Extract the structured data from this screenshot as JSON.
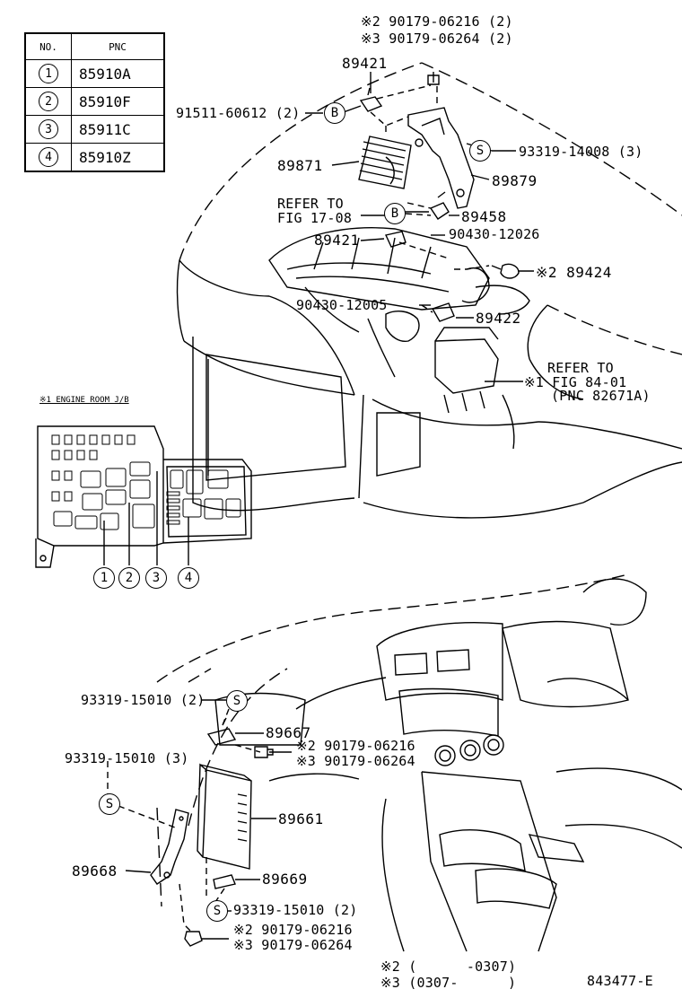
{
  "table": {
    "header_no": "NO.",
    "header_pnc": "PNC",
    "rows": [
      {
        "no": "1",
        "pnc": "85910A"
      },
      {
        "no": "2",
        "pnc": "85910F"
      },
      {
        "no": "3",
        "pnc": "85911C"
      },
      {
        "no": "4",
        "pnc": "85910Z"
      }
    ]
  },
  "jb": {
    "title": "※1 ENGINE ROOM J/B",
    "callouts": [
      "1",
      "2",
      "3",
      "4"
    ]
  },
  "labels": {
    "top_note_2": "※2 90179-06216 (2)",
    "top_note_3": "※3 90179-06264 (2)",
    "p89421_top": "89421",
    "p91511": "91511-60612 (2)",
    "p93319_14008": "93319-14008 (3)",
    "p89871": "89871",
    "p89879": "89879",
    "refer_a1": "REFER TO",
    "refer_a2": "FIG 17-08",
    "p89458": "89458",
    "p89421_mid": "89421",
    "p90430_12026": "90430-12026",
    "p89424": "※2 89424",
    "p90430_12005": "90430-12005",
    "p89422": "89422",
    "refer_b1": "REFER TO",
    "refer_b2": "※1 FIG 84-01",
    "refer_b3": "(PNC 82671A)",
    "p93319_15010_2a": "93319-15010 (2)",
    "p89667": "89667",
    "mid_note_2": "※2 90179-06216",
    "mid_note_3": "※3 90179-06264",
    "p93319_15010_3": "93319-15010 (3)",
    "p89661": "89661",
    "p89668": "89668",
    "p89669": "89669",
    "p93319_15010_2b": "93319-15010 (2)",
    "bot_note_2": "※2 90179-06216",
    "bot_note_3": "※3 90179-06264",
    "date_2": "※2 (      -0307)",
    "date_3": "※3 (0307-      )",
    "fig_code": "843477-E"
  },
  "symbols": {
    "bolt_marker": "B",
    "screw_marker": "S"
  }
}
